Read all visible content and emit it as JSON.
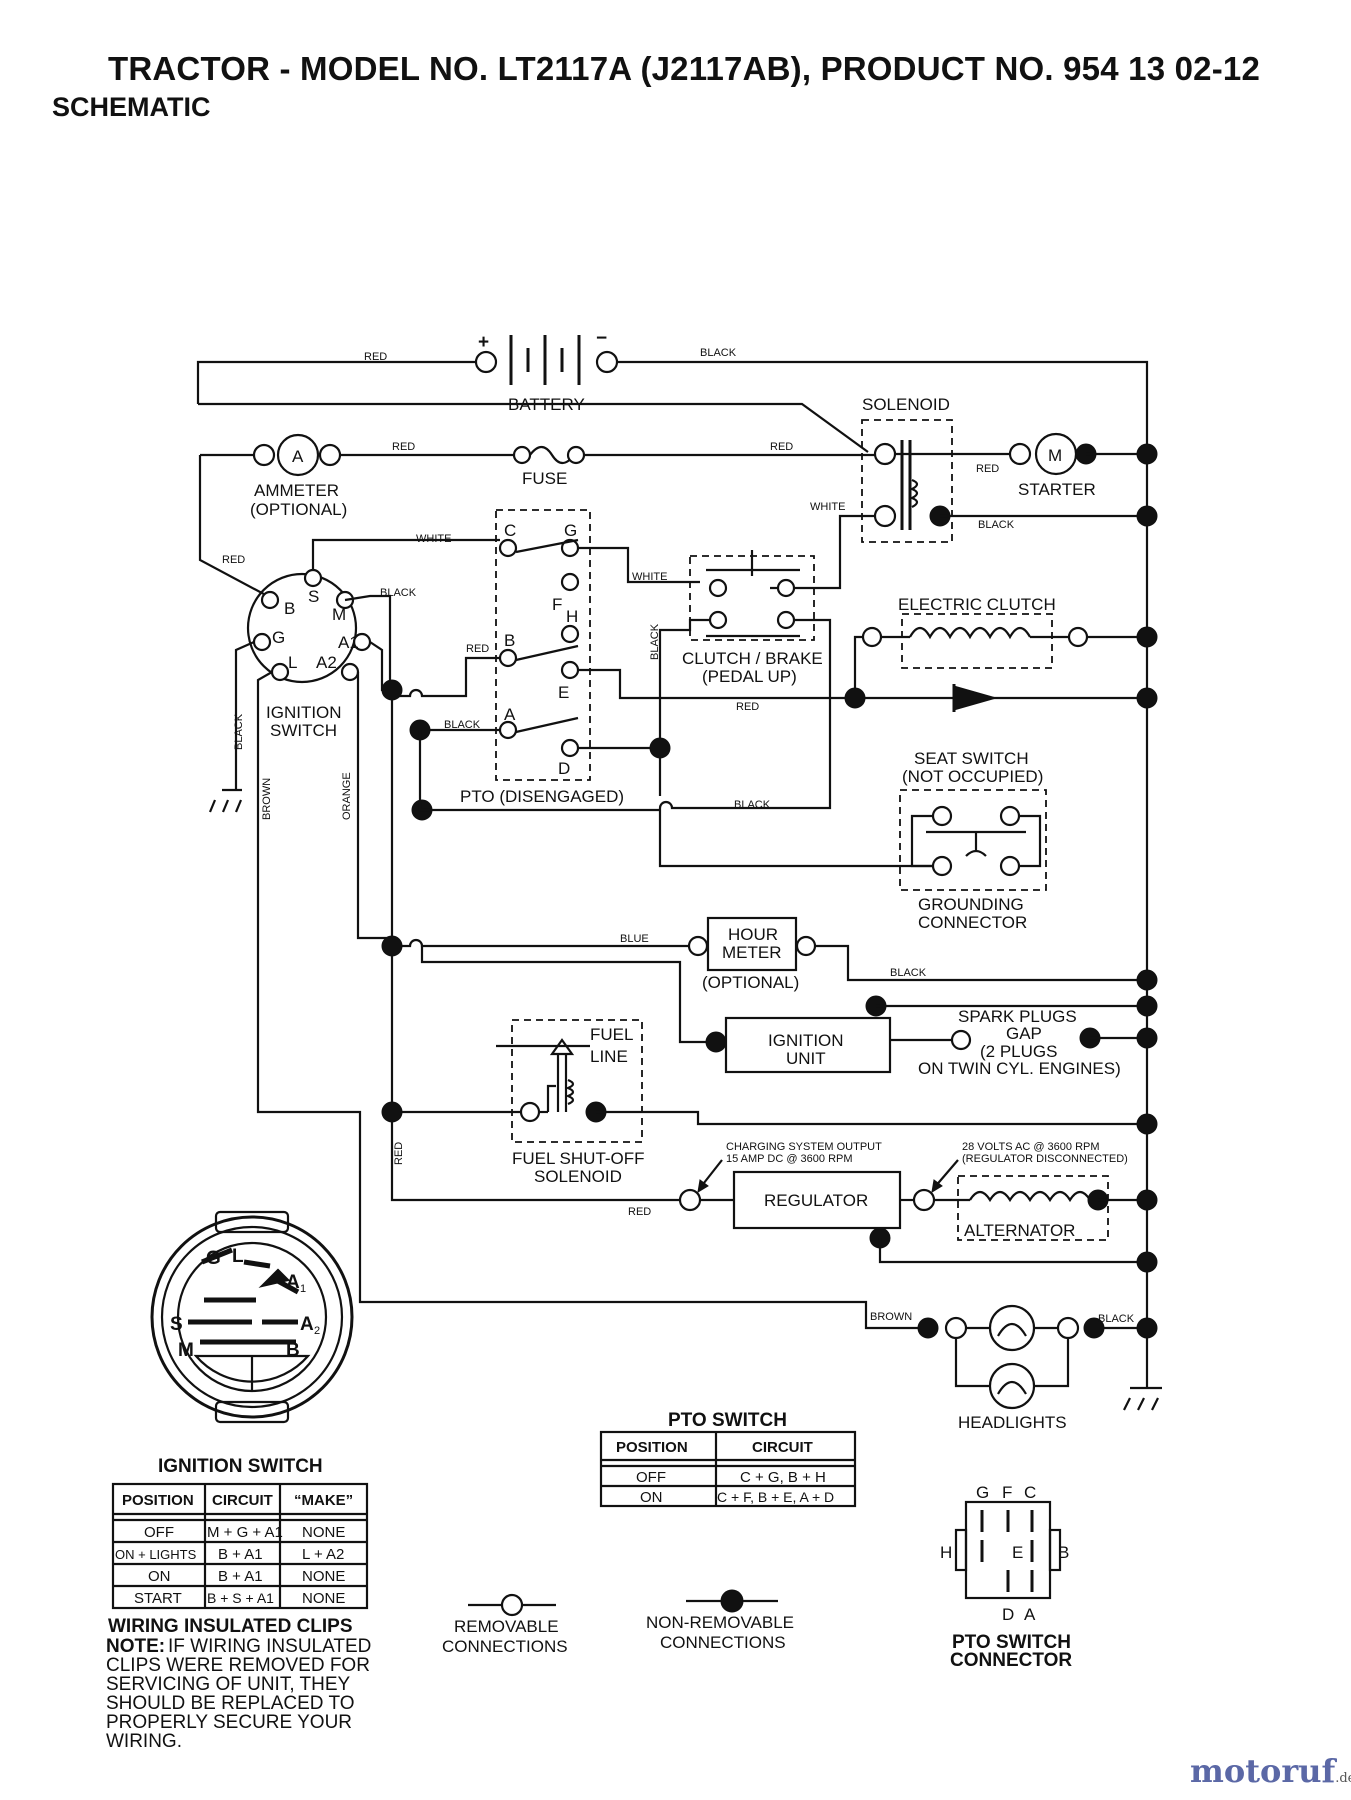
{
  "header": {
    "title": "TRACTOR - MODEL NO. LT2117A (J2117AB),  PRODUCT NO. 954 13 02-12",
    "subtitle": "SCHEMATIC"
  },
  "components": {
    "battery": "BATTERY",
    "plus": "+",
    "minus": "−",
    "solenoid": "SOLENOID",
    "ammeter": "AMMETER",
    "ammeter_opt": "(OPTIONAL)",
    "ammeter_letter": "A",
    "fuse": "FUSE",
    "starter": "STARTER",
    "starter_letter": "M",
    "electric_clutch": "ELECTRIC CLUTCH",
    "clutch_brake_1": "CLUTCH / BRAKE",
    "clutch_brake_2": "(PEDAL UP)",
    "ignition_switch_1": "IGNITION",
    "ignition_switch_2": "SWITCH",
    "pto_disengaged": "PTO (DISENGAGED)",
    "seat_switch_1": "SEAT SWITCH",
    "seat_switch_2": "(NOT OCCUPIED)",
    "grounding_1": "GROUNDING",
    "grounding_2": "CONNECTOR",
    "hour_meter_1": "HOUR",
    "hour_meter_2": "METER",
    "hour_meter_opt": "(OPTIONAL)",
    "ignition_unit_1": "IGNITION",
    "ignition_unit_2": "UNIT",
    "spark_1": "SPARK PLUGS",
    "spark_2": "GAP",
    "spark_3": "(2 PLUGS",
    "spark_4": "ON TWIN CYL. ENGINES)",
    "fuel_line_1": "FUEL",
    "fuel_line_2": "LINE",
    "fuel_sol_1": "FUEL SHUT-OFF",
    "fuel_sol_2": "SOLENOID",
    "charging_1": "CHARGING SYSTEM OUTPUT",
    "charging_2": "15 AMP DC @ 3600 RPM",
    "volts_1": "28 VOLTS AC @ 3600 RPM",
    "volts_2": "(REGULATOR DISCONNECTED)",
    "regulator": "REGULATOR",
    "alternator": "ALTERNATOR",
    "headlights": "HEADLIGHTS"
  },
  "ignition_terminals": {
    "B": "B",
    "S": "S",
    "M": "M",
    "G": "G",
    "L": "L",
    "A1": "A1",
    "A2": "A2"
  },
  "pto_terminals": {
    "C": "C",
    "G": "G",
    "F": "F",
    "H": "H",
    "B": "B",
    "E": "E",
    "A": "A",
    "D": "D"
  },
  "ignition_face": {
    "G": "G",
    "L": "L",
    "A1": "A",
    "A1_sub": "1",
    "S": "S",
    "A2": "A",
    "A2_sub": "2",
    "M": "M",
    "B": "B"
  },
  "wires": {
    "red_battery": "RED",
    "black_battery": "BLACK",
    "red_ammeter": "RED",
    "red_fuse": "RED",
    "red_starter": "RED",
    "white_solenoid": "WHITE",
    "black_solenoid": "BLACK",
    "red_ign": "RED",
    "white_c": "WHITE",
    "black_m": "BLACK",
    "white_g": "WHITE",
    "black_clutch": "BLACK",
    "red_b": "RED",
    "black_a": "BLACK",
    "red_diode": "RED",
    "black_ground": "BLACK",
    "brown": "BROWN",
    "orange": "ORANGE",
    "black_vert": "BLACK",
    "blue": "BLUE",
    "black_hour": "BLACK",
    "red_vert": "RED",
    "red_reg": "RED",
    "brown_head": "BROWN",
    "black_head": "BLACK"
  },
  "ignition_table": {
    "title": "IGNITION SWITCH",
    "headers": [
      "POSITION",
      "CIRCUIT",
      "“MAKE”"
    ],
    "rows": [
      [
        "OFF",
        "M + G + A1",
        "NONE"
      ],
      [
        "ON + LIGHTS",
        "B + A1",
        "L + A2"
      ],
      [
        "ON",
        "B + A1",
        "NONE"
      ],
      [
        "START",
        "B + S + A1",
        "NONE"
      ]
    ]
  },
  "pto_table": {
    "title": "PTO SWITCH",
    "headers": [
      "POSITION",
      "CIRCUIT"
    ],
    "rows": [
      [
        "OFF",
        "C + G, B + H"
      ],
      [
        "ON",
        "C + F, B + E, A + D"
      ]
    ]
  },
  "legend": {
    "removable_1": "REMOVABLE",
    "removable_2": "CONNECTIONS",
    "nonremovable_1": "NON-REMOVABLE",
    "nonremovable_2": "CONNECTIONS"
  },
  "pto_connector": {
    "title_1": "PTO SWITCH",
    "title_2": "CONNECTOR",
    "G": "G",
    "F": "F",
    "C": "C",
    "H": "H",
    "E": "E",
    "B": "B",
    "D": "D",
    "A": "A"
  },
  "note": {
    "heading": "WIRING INSULATED CLIPS",
    "label": "NOTE:",
    "line1": "IF WIRING INSULATED",
    "line2": "CLIPS WERE REMOVED FOR",
    "line3": "SERVICING OF UNIT, THEY",
    "line4": "SHOULD BE REPLACED TO",
    "line5": "PROPERLY SECURE YOUR",
    "line6": "WIRING."
  },
  "watermark": {
    "name": "motoruf",
    "suffix": ".de"
  }
}
